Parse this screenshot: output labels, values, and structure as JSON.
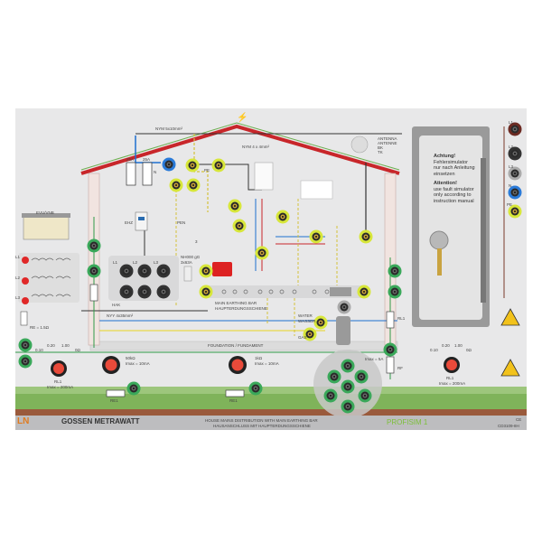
{
  "panel": {
    "roof": {
      "lightning_symbol": "⚡"
    },
    "cables": {
      "supply": "NYM 5x10mm²",
      "house": "NYM 4 x 4mm²",
      "underground": "NYY 4x35mm²"
    },
    "labels": {
      "n": "N",
      "pe": "PE",
      "fuse_a": "25A",
      "fuse_b": "25A",
      "meter": "EHZ",
      "pen": "PEN",
      "phases": "3",
      "nh_fuse_1": "NH000 gG",
      "nh_fuse_2": "3x63A",
      "hak": "HAK",
      "hak_l1": "L1",
      "hak_l2": "L2",
      "hak_l3": "L3",
      "earthing_bar_en": "MAIN EARTHING BAR",
      "earthing_bar_de": "HAUPTERDUNGSSCHIENE",
      "water_en": "WATER",
      "water_de": "WASSER",
      "gas": "GAS",
      "foundation": "FOUNDATION / FUNDAMENT",
      "antenna": [
        "ANTENNA",
        "ANTENNE",
        "BK",
        "TK"
      ],
      "utility": "EVU/VNB",
      "trafo_l1": "L1",
      "trafo_l2": "L2",
      "trafo_l3": "L3",
      "re": "RE = 1.5Ω"
    },
    "dials": {
      "left": {
        "ticks": [
          "0.10",
          "0.20",
          "1.00",
          "0Ω"
        ],
        "name": "RL1",
        "imax": "Imax = 200mA"
      },
      "r50k": {
        "value": "50kΩ",
        "imax": "Imax = 10mA",
        "name": "RE1"
      },
      "r1k": {
        "value": "1kΩ",
        "imax": "Imax = 10mA",
        "name": "RE1"
      },
      "right": {
        "ticks": [
          "0.10",
          "0.20",
          "1.00",
          "0Ω"
        ],
        "name": "RL1",
        "imax": "Imax = 200mA"
      },
      "imax_5a": "Imax = 5A",
      "rf": "RF",
      "rl1_right": "RL1"
    },
    "fault_simulator": {
      "title_de": "Achtung!",
      "text_de": "Fehlersimulator nur nach Anleitung einsetzen",
      "title_en": "Attention!",
      "text_en": "use fault simulator only according to instruction manual"
    },
    "mains_terminals": [
      "L1",
      "L2",
      "L3",
      "N",
      "PE"
    ]
  },
  "footer": {
    "logo": "LN",
    "brand": "GOSSEN METRAWATT",
    "title_en": "HOUSE MAINS DISTRIBUTION WITH MAIN EARTHING BAR",
    "title_de": "HAUSANSCHLUSS MIT HAUPTERDUNGSSCHIENE",
    "product": "PROFISIM 1",
    "ce": "CE",
    "code": "CD3109-8H"
  },
  "colors": {
    "roof": "#c8262a",
    "earth": "#2e9a47",
    "neutral": "#1e6fd0",
    "product": "#7cbf3a",
    "logo": "#e07b20"
  }
}
